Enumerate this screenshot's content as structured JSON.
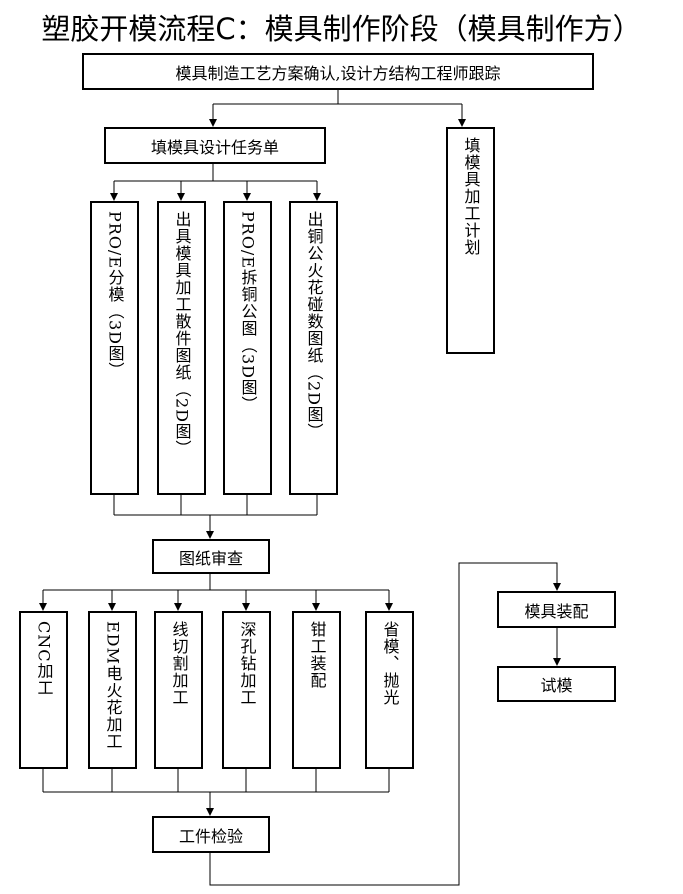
{
  "title": "塑胶开模流程C：模具制作阶段（模具制作方）",
  "nodes": {
    "process_confirm": "模具制造工艺方案确认,设计方结构工程师跟踪",
    "task_sheet": "填模具设计任务单",
    "processing_plan": "填模具加工计划",
    "pro_e_split": "PRO/E分模（3D图）",
    "part_drawings": "出具模具加工散件图纸（2D图）",
    "pro_e_copper": "PRO/E拆铜公图（3D图）",
    "copper_spark": "出铜公火花碰数图纸（2D图）",
    "drawing_review": "图纸审查",
    "cnc": "CNC加工",
    "edm": "EDM电火花加工",
    "wire_cut": "线切割加工",
    "deep_hole": "深孔钻加工",
    "fitter": "钳工装配",
    "polish": "省模、抛光",
    "inspection": "工件检验",
    "assembly": "模具装配",
    "trial": "试模"
  }
}
